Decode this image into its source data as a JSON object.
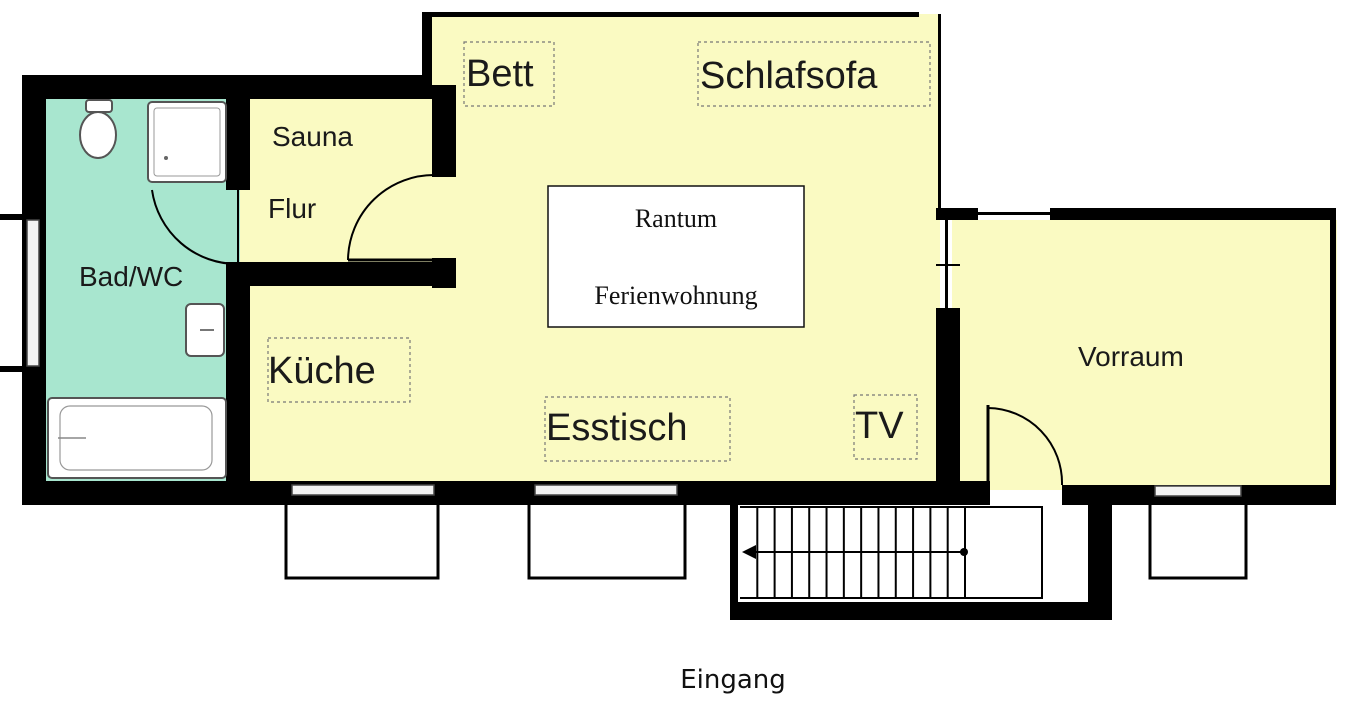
{
  "rooms": {
    "bed": "Bett",
    "sofa_bed": "Schlafsofa",
    "sauna": "Sauna",
    "hallway": "Flur",
    "bathroom": "Bad/WC",
    "kitchen": "Küche",
    "dining_table": "Esstisch",
    "tv": "TV",
    "anteroom": "Vorraum"
  },
  "title_box": {
    "line1": "Rantum",
    "line2": "Ferienwohnung"
  },
  "entrance_label": "Eingang",
  "colors": {
    "main_floor": "#fafac2",
    "bathroom_floor": "#a8e6cf",
    "walls": "#000000",
    "background": "#ffffff"
  }
}
